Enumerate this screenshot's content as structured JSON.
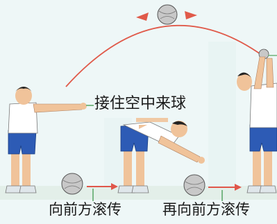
{
  "labels": {
    "catch_ball": "接住空中来球",
    "roll_forward": "向前方滚传",
    "roll_forward_again": "再向前方滚传"
  },
  "colors": {
    "background": "#eef7f7",
    "trajectory": "#e05a4a",
    "arrow": "#e0564a",
    "leader_line": "#6fb27a",
    "shirt": "#ffffff",
    "shorts": "#2d5bb5",
    "skin": "#f0c39a",
    "hair": "#222222",
    "ball": "#c8c8c8"
  },
  "icons": [
    "volleyball-icon",
    "player-figure"
  ]
}
